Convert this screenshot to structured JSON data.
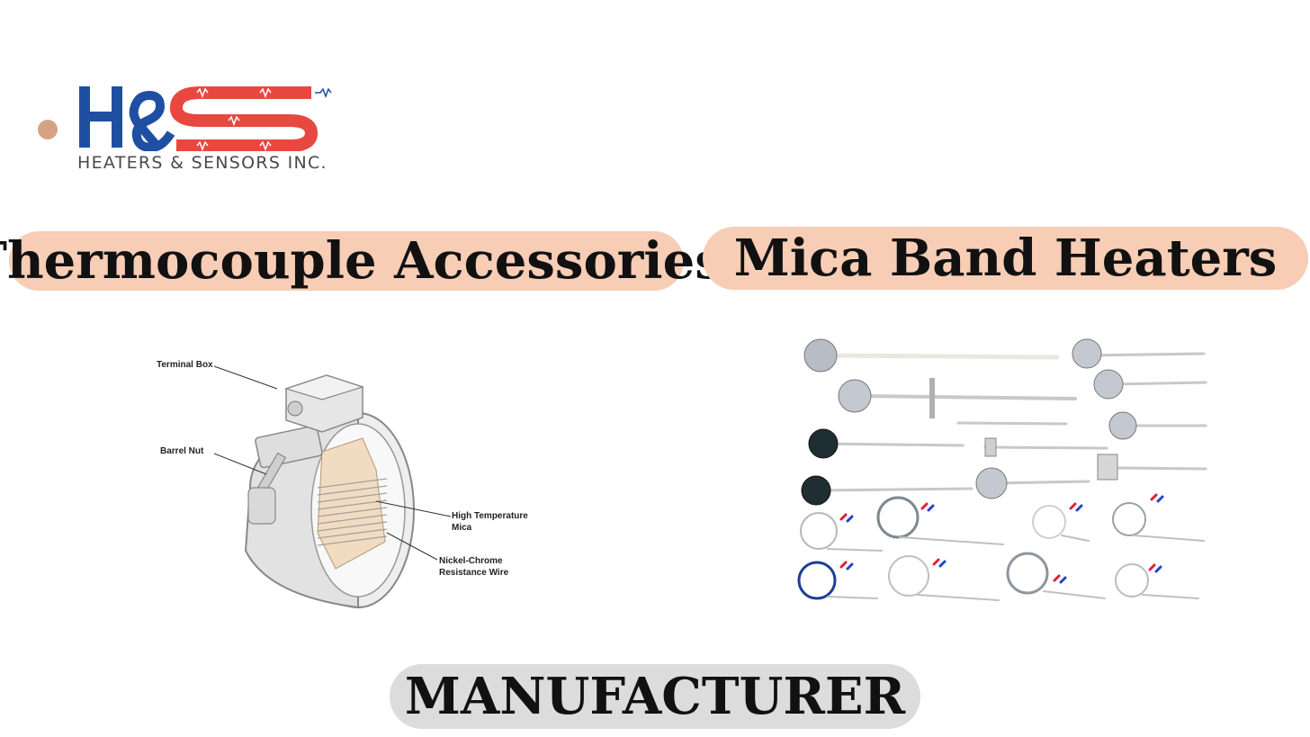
{
  "logo": {
    "mark": "H&S",
    "tagline": "HEATERS & SENSORS INC.",
    "colors": {
      "blue": "#1f4fa3",
      "red": "#e8483f"
    }
  },
  "headings": {
    "left": "Thermocouple Accessories",
    "right": "Mica Band Heaters",
    "bottom": "MANUFACTURER"
  },
  "band_heater_diagram": {
    "labels": {
      "terminal_box": "Terminal Box",
      "barrel_nut": "Barrel Nut",
      "mica_line1": "High Temperature",
      "mica_line2": "Mica",
      "wire_line1": "Nickel-Chrome",
      "wire_line2": "Resistance Wire"
    }
  },
  "colors": {
    "pill_peach": "#f7cdb5",
    "pill_gray": "#dcdcdc",
    "bullet": "#d6a285"
  }
}
